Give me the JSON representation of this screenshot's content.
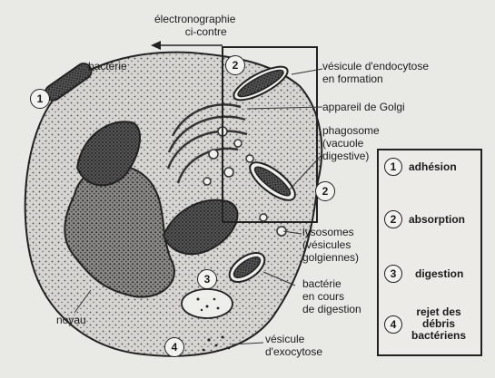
{
  "labels": {
    "electron": [
      "électronographie",
      "ci-contre"
    ],
    "bacterie": "bactérie",
    "vesicule_endo": [
      "vésicule d'endocytose",
      "en formation"
    ],
    "golgi": "appareil de Golgi",
    "phagosome": [
      "phagosome",
      "(vacuole",
      "digestive)"
    ],
    "lysosomes": [
      "lysosomes",
      "(vésicules",
      "golgiennes)"
    ],
    "bacterie_digestion": [
      "bactérie",
      "en cours",
      "de digestion"
    ],
    "noyau": "noyau",
    "vesicule_exo": [
      "vésicule",
      "d'exocytose"
    ]
  },
  "stage_numbers": [
    "1",
    "2",
    "2",
    "3",
    "4"
  ],
  "legend": {
    "items": [
      {
        "num": "1",
        "text": [
          "adhésion"
        ]
      },
      {
        "num": "2",
        "text": [
          "absorption"
        ]
      },
      {
        "num": "3",
        "text": [
          "digestion"
        ]
      },
      {
        "num": "4",
        "text": [
          "rejet des",
          "débris",
          "bactériens"
        ]
      }
    ]
  }
}
